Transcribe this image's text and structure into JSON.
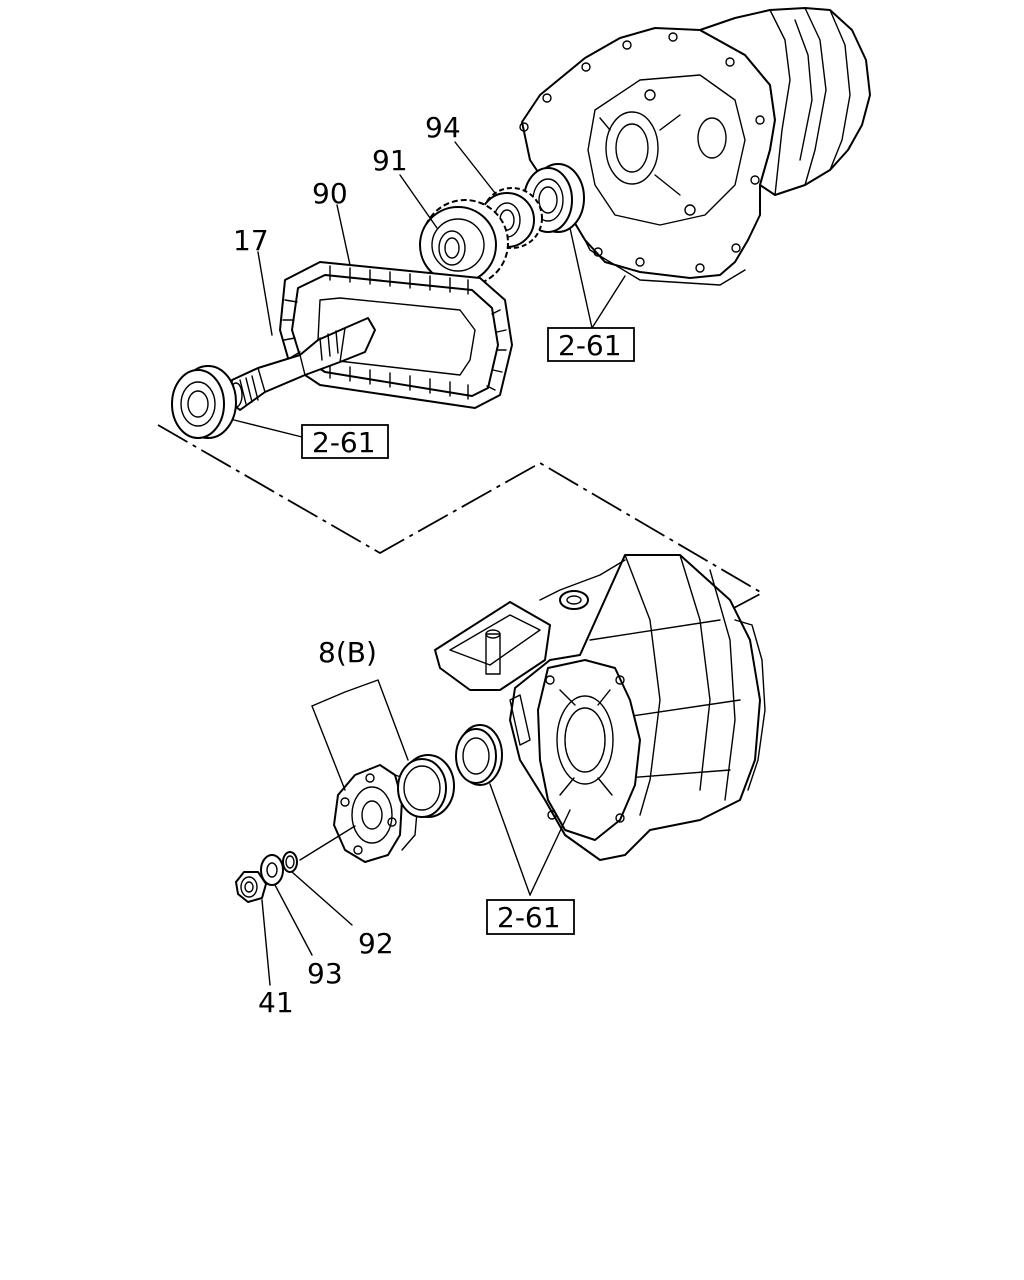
{
  "callouts": {
    "p17": "17",
    "p90": "90",
    "p91": "91",
    "p94": "94",
    "p8b": "8(B)",
    "p92": "92",
    "p93": "93",
    "p41": "41"
  },
  "references": {
    "ref_top_right": "2-61",
    "ref_top_left": "2-61",
    "ref_bottom": "2-61"
  }
}
